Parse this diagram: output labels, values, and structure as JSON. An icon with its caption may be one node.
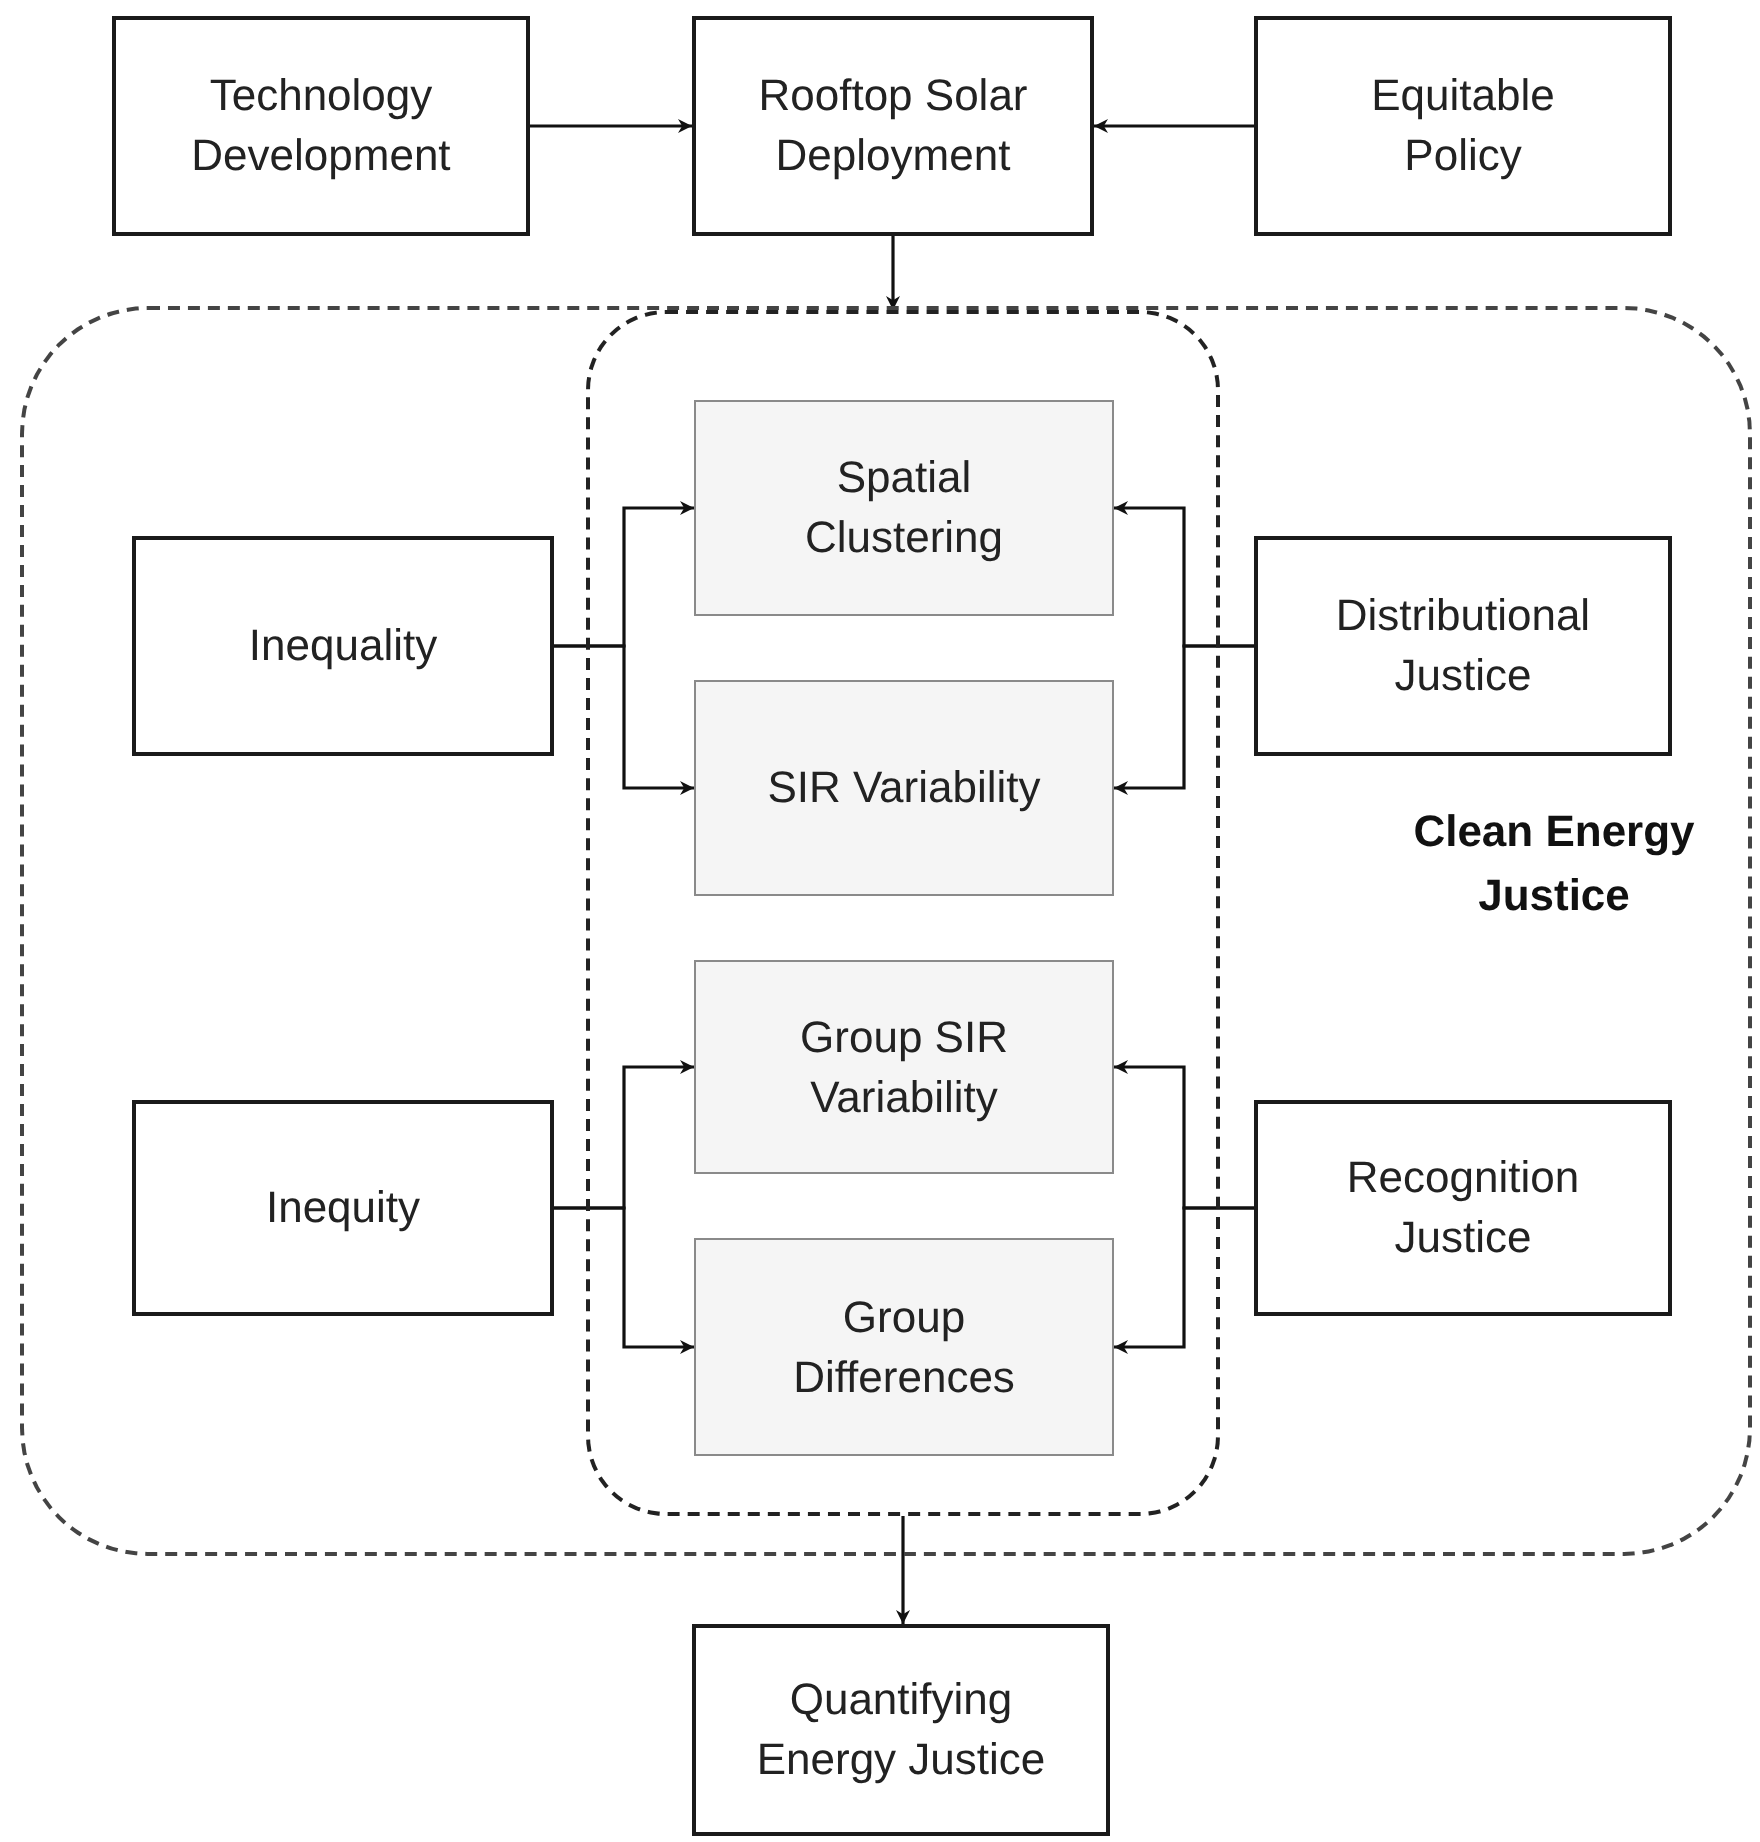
{
  "diagram": {
    "nodes": [
      {
        "text": [
          "Technology Development"
        ]
      },
      {
        "text": [
          "Rooftop Solar Deployment"
        ]
      },
      {
        "text": [
          "Equitable Policy"
        ]
      },
      {
        "text": [
          "Clean Energy Justice"
        ]
      },
      {
        "text": [],
        "shape": "box",
        "in": 3
      },
      {
        "text": [
          "Spatial Clustering"
        ],
        "in": 4
      },
      {
        "text": [
          "SIR Variability"
        ],
        "in": 4
      },
      {
        "text": [
          "Group SIR Variability"
        ],
        "in": 4
      },
      {
        "text": [
          "Group Differences"
        ],
        "in": 4
      },
      {
        "text": [
          "Inequality"
        ],
        "in": 3
      },
      {
        "text": [
          "Distributional Justice"
        ],
        "in": 3
      },
      {
        "text": [
          "Inequity"
        ],
        "in": 3
      },
      {
        "text": [
          "Recognition Justice"
        ],
        "in": 3
      },
      {
        "text": [
          "Quantifying Energy Justice"
        ]
      }
    ],
    "edges": [
      {
        "from": 0,
        "to": 1,
        "arrow": "to"
      },
      {
        "from": 2,
        "to": 1,
        "arrow": "to"
      },
      {
        "from": 1,
        "to": 4,
        "arrow": "to"
      },
      {
        "from": 9,
        "to": 5,
        "arrow": "to"
      },
      {
        "from": 9,
        "to": 6,
        "arrow": "to"
      },
      {
        "from": 10,
        "to": 5,
        "arrow": "to"
      },
      {
        "from": 10,
        "to": 6,
        "arrow": "to"
      },
      {
        "from": 11,
        "to": 7,
        "arrow": "to"
      },
      {
        "from": 11,
        "to": 8,
        "arrow": "to"
      },
      {
        "from": 12,
        "to": 7,
        "arrow": "to"
      },
      {
        "from": 12,
        "to": 8,
        "arrow": "to"
      },
      {
        "from": 4,
        "to": 13,
        "arrow": "to"
      }
    ]
  }
}
